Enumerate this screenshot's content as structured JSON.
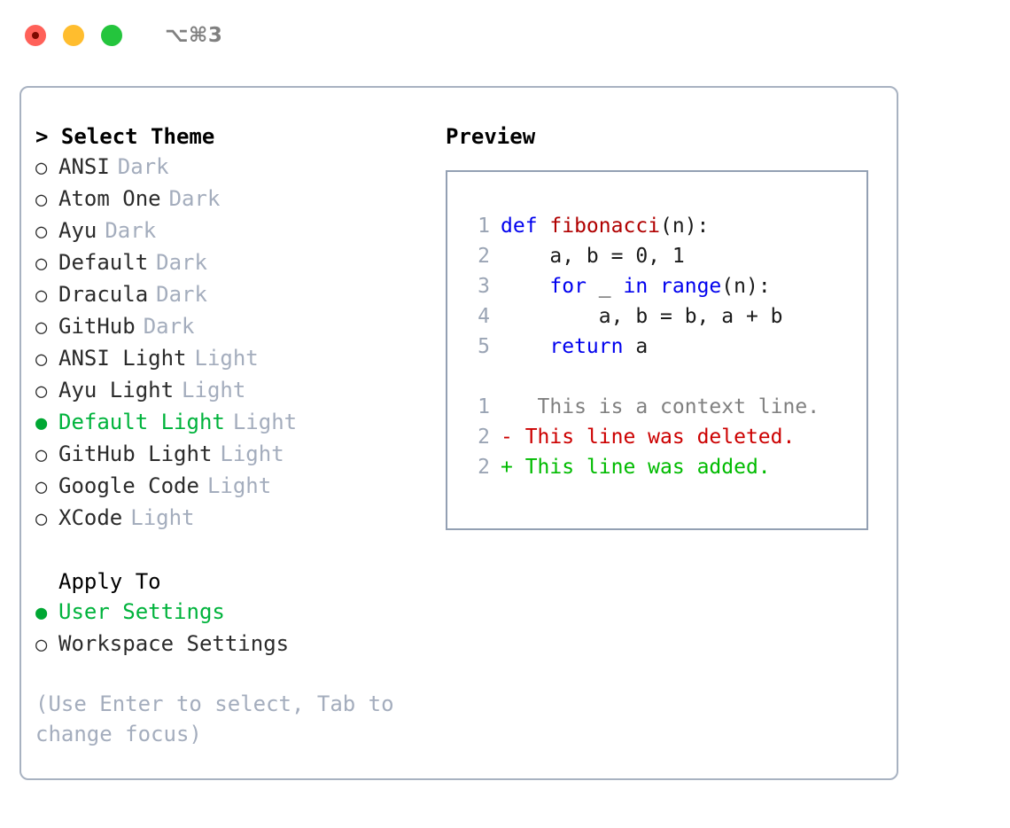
{
  "titlebar": {
    "shortcut": "⌥⌘3",
    "lights": [
      "close",
      "minimize",
      "maximize"
    ]
  },
  "theme_list": {
    "header": "> Select Theme",
    "bullet_unselected": "○",
    "bullet_selected": "●",
    "items": [
      {
        "name": "ANSI",
        "tag": "Dark",
        "selected": false
      },
      {
        "name": "Atom One",
        "tag": "Dark",
        "selected": false
      },
      {
        "name": "Ayu",
        "tag": "Dark",
        "selected": false
      },
      {
        "name": "Default",
        "tag": "Dark",
        "selected": false
      },
      {
        "name": "Dracula",
        "tag": "Dark",
        "selected": false
      },
      {
        "name": "GitHub",
        "tag": "Dark",
        "selected": false
      },
      {
        "name": "ANSI Light",
        "tag": "Light",
        "selected": false
      },
      {
        "name": "Ayu Light",
        "tag": "Light",
        "selected": false
      },
      {
        "name": "Default Light",
        "tag": "Light",
        "selected": true
      },
      {
        "name": "GitHub Light",
        "tag": "Light",
        "selected": false
      },
      {
        "name": "Google Code",
        "tag": "Light",
        "selected": false
      },
      {
        "name": "XCode",
        "tag": "Light",
        "selected": false
      }
    ]
  },
  "apply_to": {
    "header": "Apply To",
    "items": [
      {
        "name": "User Settings",
        "selected": true
      },
      {
        "name": "Workspace Settings",
        "selected": false
      }
    ]
  },
  "hint": "(Use Enter to select, Tab to change focus)",
  "preview": {
    "header": "Preview",
    "code_lines": [
      {
        "no": "1",
        "tokens": [
          {
            "t": "def ",
            "c": "kw"
          },
          {
            "t": "fibonacci",
            "c": "fn"
          },
          {
            "t": "(n):",
            "c": "pl"
          }
        ]
      },
      {
        "no": "2",
        "tokens": [
          {
            "t": "    a, b = 0, 1",
            "c": "pl"
          }
        ]
      },
      {
        "no": "3",
        "tokens": [
          {
            "t": "    ",
            "c": "pl"
          },
          {
            "t": "for",
            "c": "kw"
          },
          {
            "t": " _ ",
            "c": "pl"
          },
          {
            "t": "in",
            "c": "kw"
          },
          {
            "t": " ",
            "c": "pl"
          },
          {
            "t": "range",
            "c": "kw"
          },
          {
            "t": "(n):",
            "c": "pl"
          }
        ]
      },
      {
        "no": "4",
        "tokens": [
          {
            "t": "        a, b = b, a + b",
            "c": "pl"
          }
        ]
      },
      {
        "no": "5",
        "tokens": [
          {
            "t": "    ",
            "c": "pl"
          },
          {
            "t": "return",
            "c": "kw"
          },
          {
            "t": " a",
            "c": "pl"
          }
        ]
      }
    ],
    "diff_lines": [
      {
        "no": "1",
        "marker": " ",
        "text": "  This is a context line.",
        "kind": "ctx"
      },
      {
        "no": "2",
        "marker": "-",
        "text": " This line was deleted.",
        "kind": "del"
      },
      {
        "no": "2",
        "marker": "+",
        "text": " This line was added.",
        "kind": "add"
      }
    ]
  },
  "colors": {
    "accent_green": "#00b33c",
    "tag_gray": "#a4adbd",
    "border": "#a8b2c1",
    "keyword_blue": "#0000ee",
    "function_red": "#b00000",
    "diff_delete": "#cc0000",
    "diff_add": "#00bb00",
    "light_red": "#ff6159",
    "light_yellow": "#ffbd2e",
    "light_green": "#24c53d"
  }
}
